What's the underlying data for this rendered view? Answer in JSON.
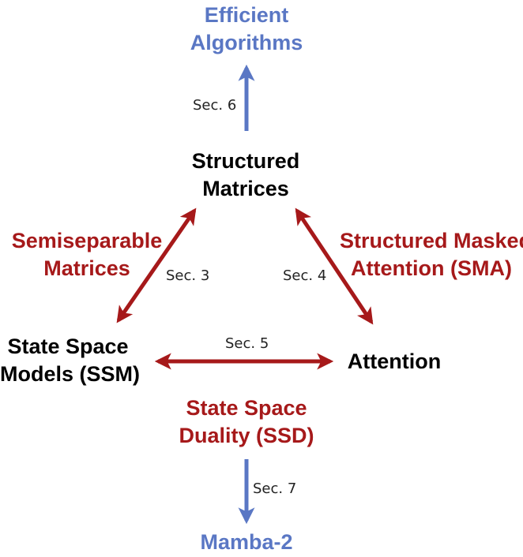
{
  "colors": {
    "blue": "#5a77c4",
    "red": "#a6191a",
    "black": "#000000"
  },
  "nodes": {
    "efficient_algorithms": {
      "line1": "Efficient",
      "line2": "Algorithms"
    },
    "structured_matrices": {
      "line1": "Structured",
      "line2": "Matrices"
    },
    "ssm": {
      "line1": "State Space",
      "line2": "Models (SSM)"
    },
    "attention": {
      "line1": "Attention"
    },
    "mamba2": {
      "line1": "Mamba-2"
    }
  },
  "relations": {
    "semiseparable": {
      "line1": "Semiseparable",
      "line2": "Matrices"
    },
    "sma": {
      "line1": "Structured Masked",
      "line2": "Attention (SMA)"
    },
    "ssd": {
      "line1": "State Space",
      "line2": "Duality (SSD)"
    }
  },
  "sections": {
    "sec3": "Sec. 3",
    "sec4": "Sec. 4",
    "sec5": "Sec. 5",
    "sec6": "Sec. 6",
    "sec7": "Sec. 7"
  }
}
